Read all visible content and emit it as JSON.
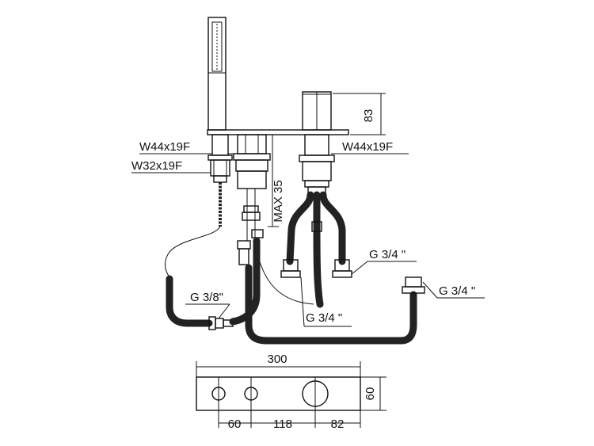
{
  "callouts": {
    "w44_left": "W44x19F",
    "w32_left": "W32x19F",
    "w44_right": "W44x19F",
    "max35": "MAX 35",
    "dim83": "83",
    "g38": "G 3/8\"",
    "g34_center": "G 3/4 \"",
    "g34_upper_right": "G 3/4 \"",
    "g34_far_right": "G 3/4 \""
  },
  "plate": {
    "width": "300",
    "depth": "60",
    "spacing_a": "60",
    "spacing_b": "118",
    "spacing_c": "82"
  }
}
